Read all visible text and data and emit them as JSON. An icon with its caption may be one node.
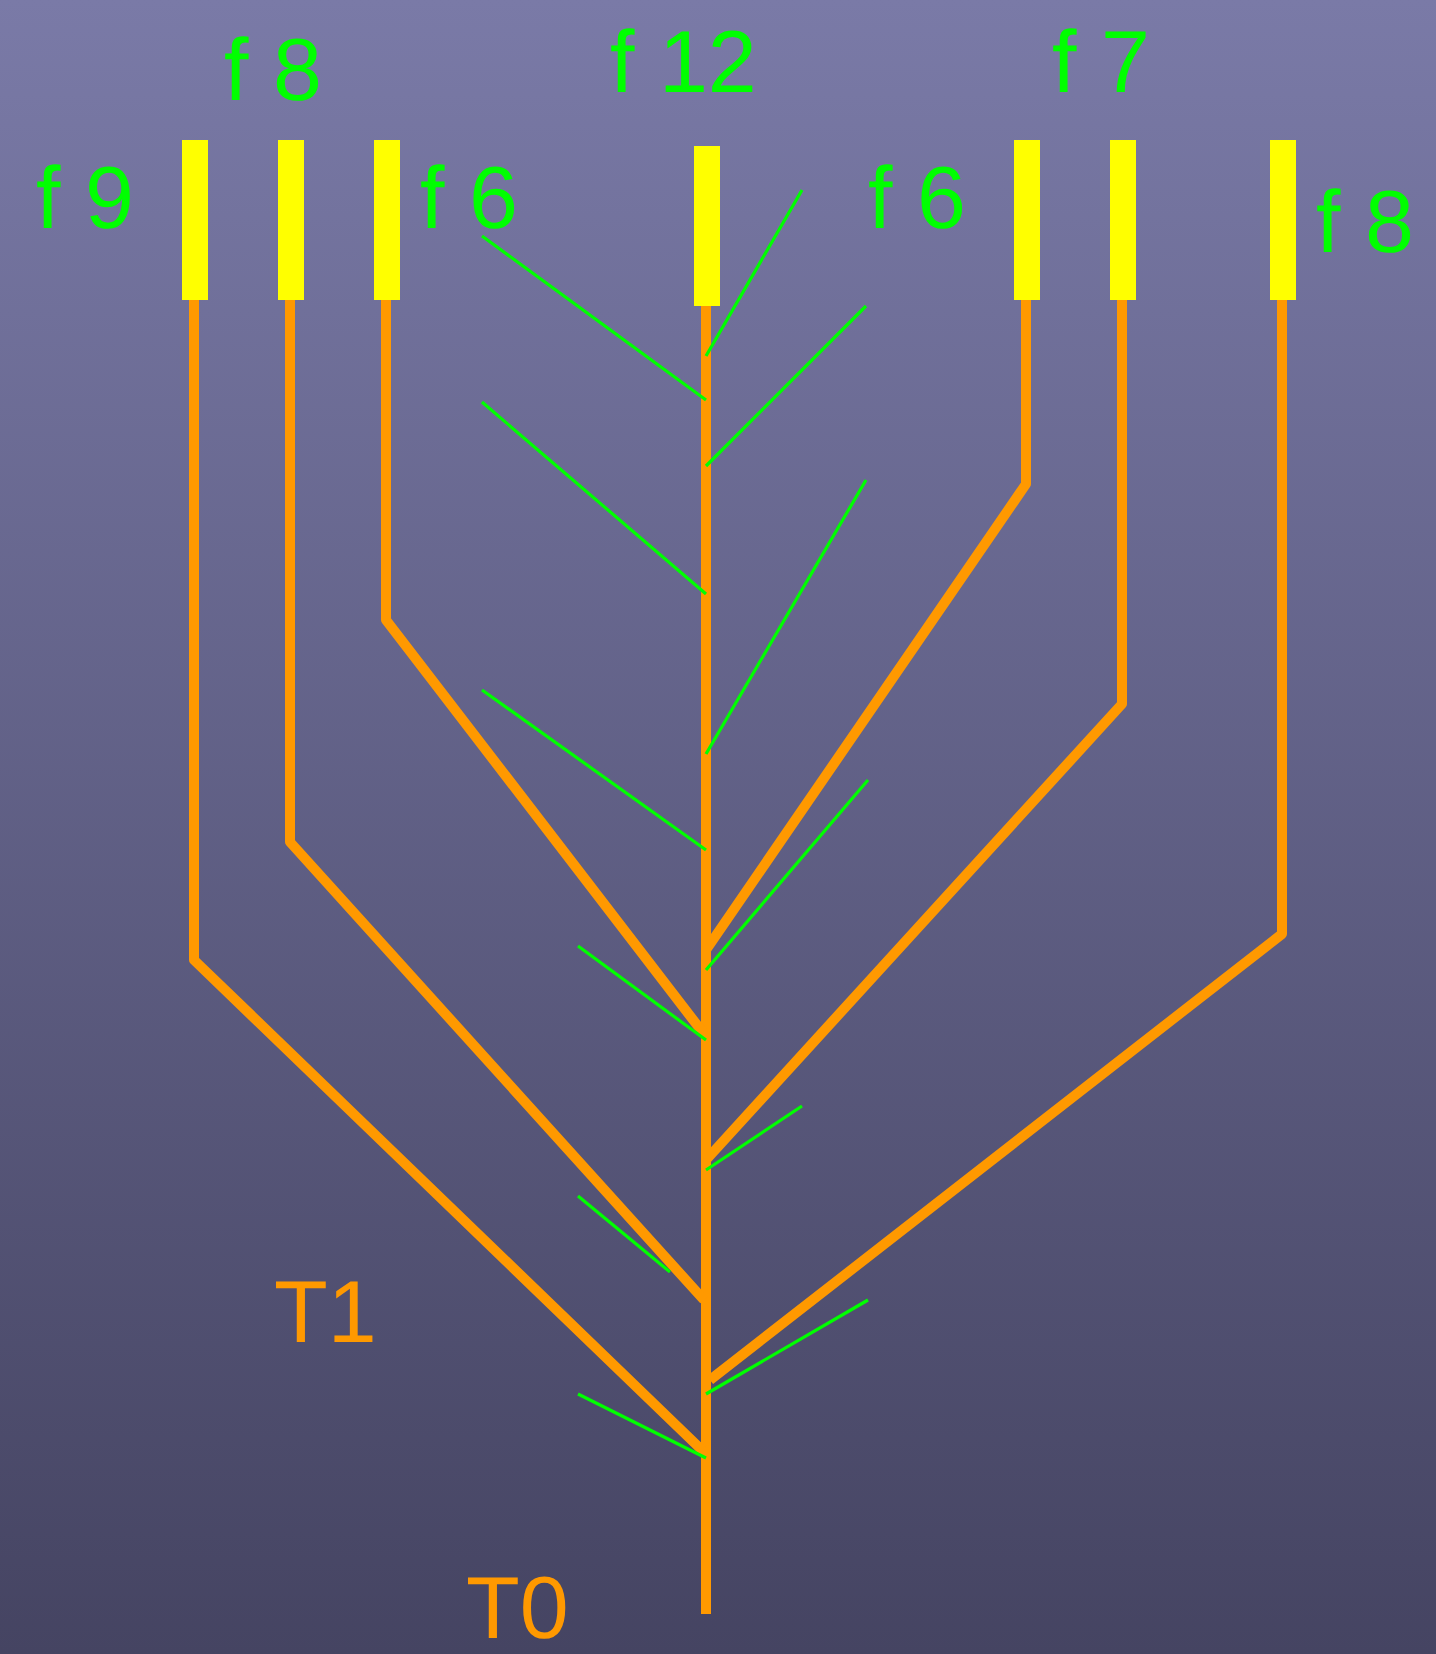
{
  "diagram": {
    "nodes": [
      {
        "text": [],
        "shape": "bar",
        "beside": [
          "f 9"
        ]
      },
      {
        "text": [],
        "shape": "bar",
        "beside": [
          "f 8"
        ]
      },
      {
        "text": [],
        "shape": "bar",
        "beside": [
          "f 6"
        ]
      },
      {
        "text": [],
        "shape": "bar",
        "beside": [
          "f 12"
        ]
      },
      {
        "text": [],
        "shape": "bar",
        "beside": [
          "f 6"
        ]
      },
      {
        "text": [],
        "shape": "bar",
        "beside": [
          "f 7"
        ]
      },
      {
        "text": [],
        "shape": "bar",
        "beside": [
          "f 8"
        ]
      }
    ],
    "labels": [
      "T1",
      "T0"
    ]
  }
}
